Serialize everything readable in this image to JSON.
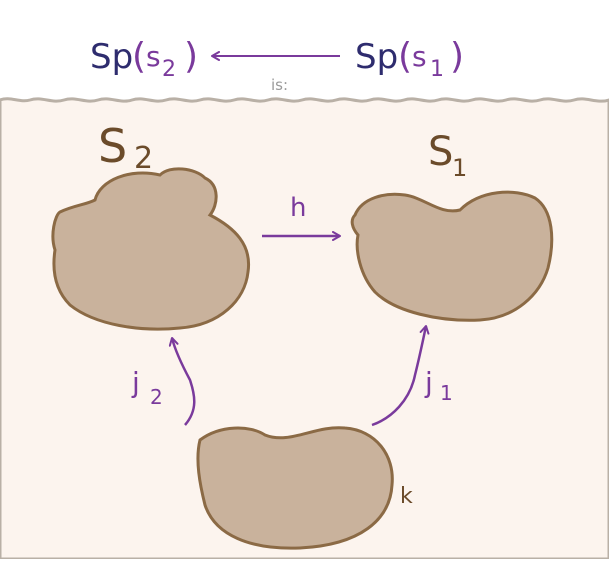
{
  "colors": {
    "sky": "#ffffff",
    "ground": "#fcf4ee",
    "ground_edge": "#b9b0a6",
    "blob_fill": "#c9b29c",
    "blob_stroke": "#8b6a45",
    "navy": "#2e2c6e",
    "purple": "#7a3a9c",
    "label": "#6b4b2a"
  },
  "header": {
    "left": {
      "prefix": "Sp",
      "arg_open": "(",
      "arg_letter": "s",
      "arg_sub": "2",
      "arg_close": ")"
    },
    "right": {
      "prefix": "Sp",
      "arg_open": "(",
      "arg_letter": "s",
      "arg_sub": "1",
      "arg_close": ")"
    },
    "under_text": "is:"
  },
  "nodes": {
    "s2": {
      "letter": "S",
      "sub": "2"
    },
    "s1": {
      "letter": "S",
      "sub": "1"
    },
    "k": {
      "label": "k"
    }
  },
  "arrows": {
    "h": {
      "label": "h"
    },
    "j2": {
      "letter": "j",
      "sub": "2"
    },
    "j1": {
      "letter": "j",
      "sub": "1"
    }
  }
}
